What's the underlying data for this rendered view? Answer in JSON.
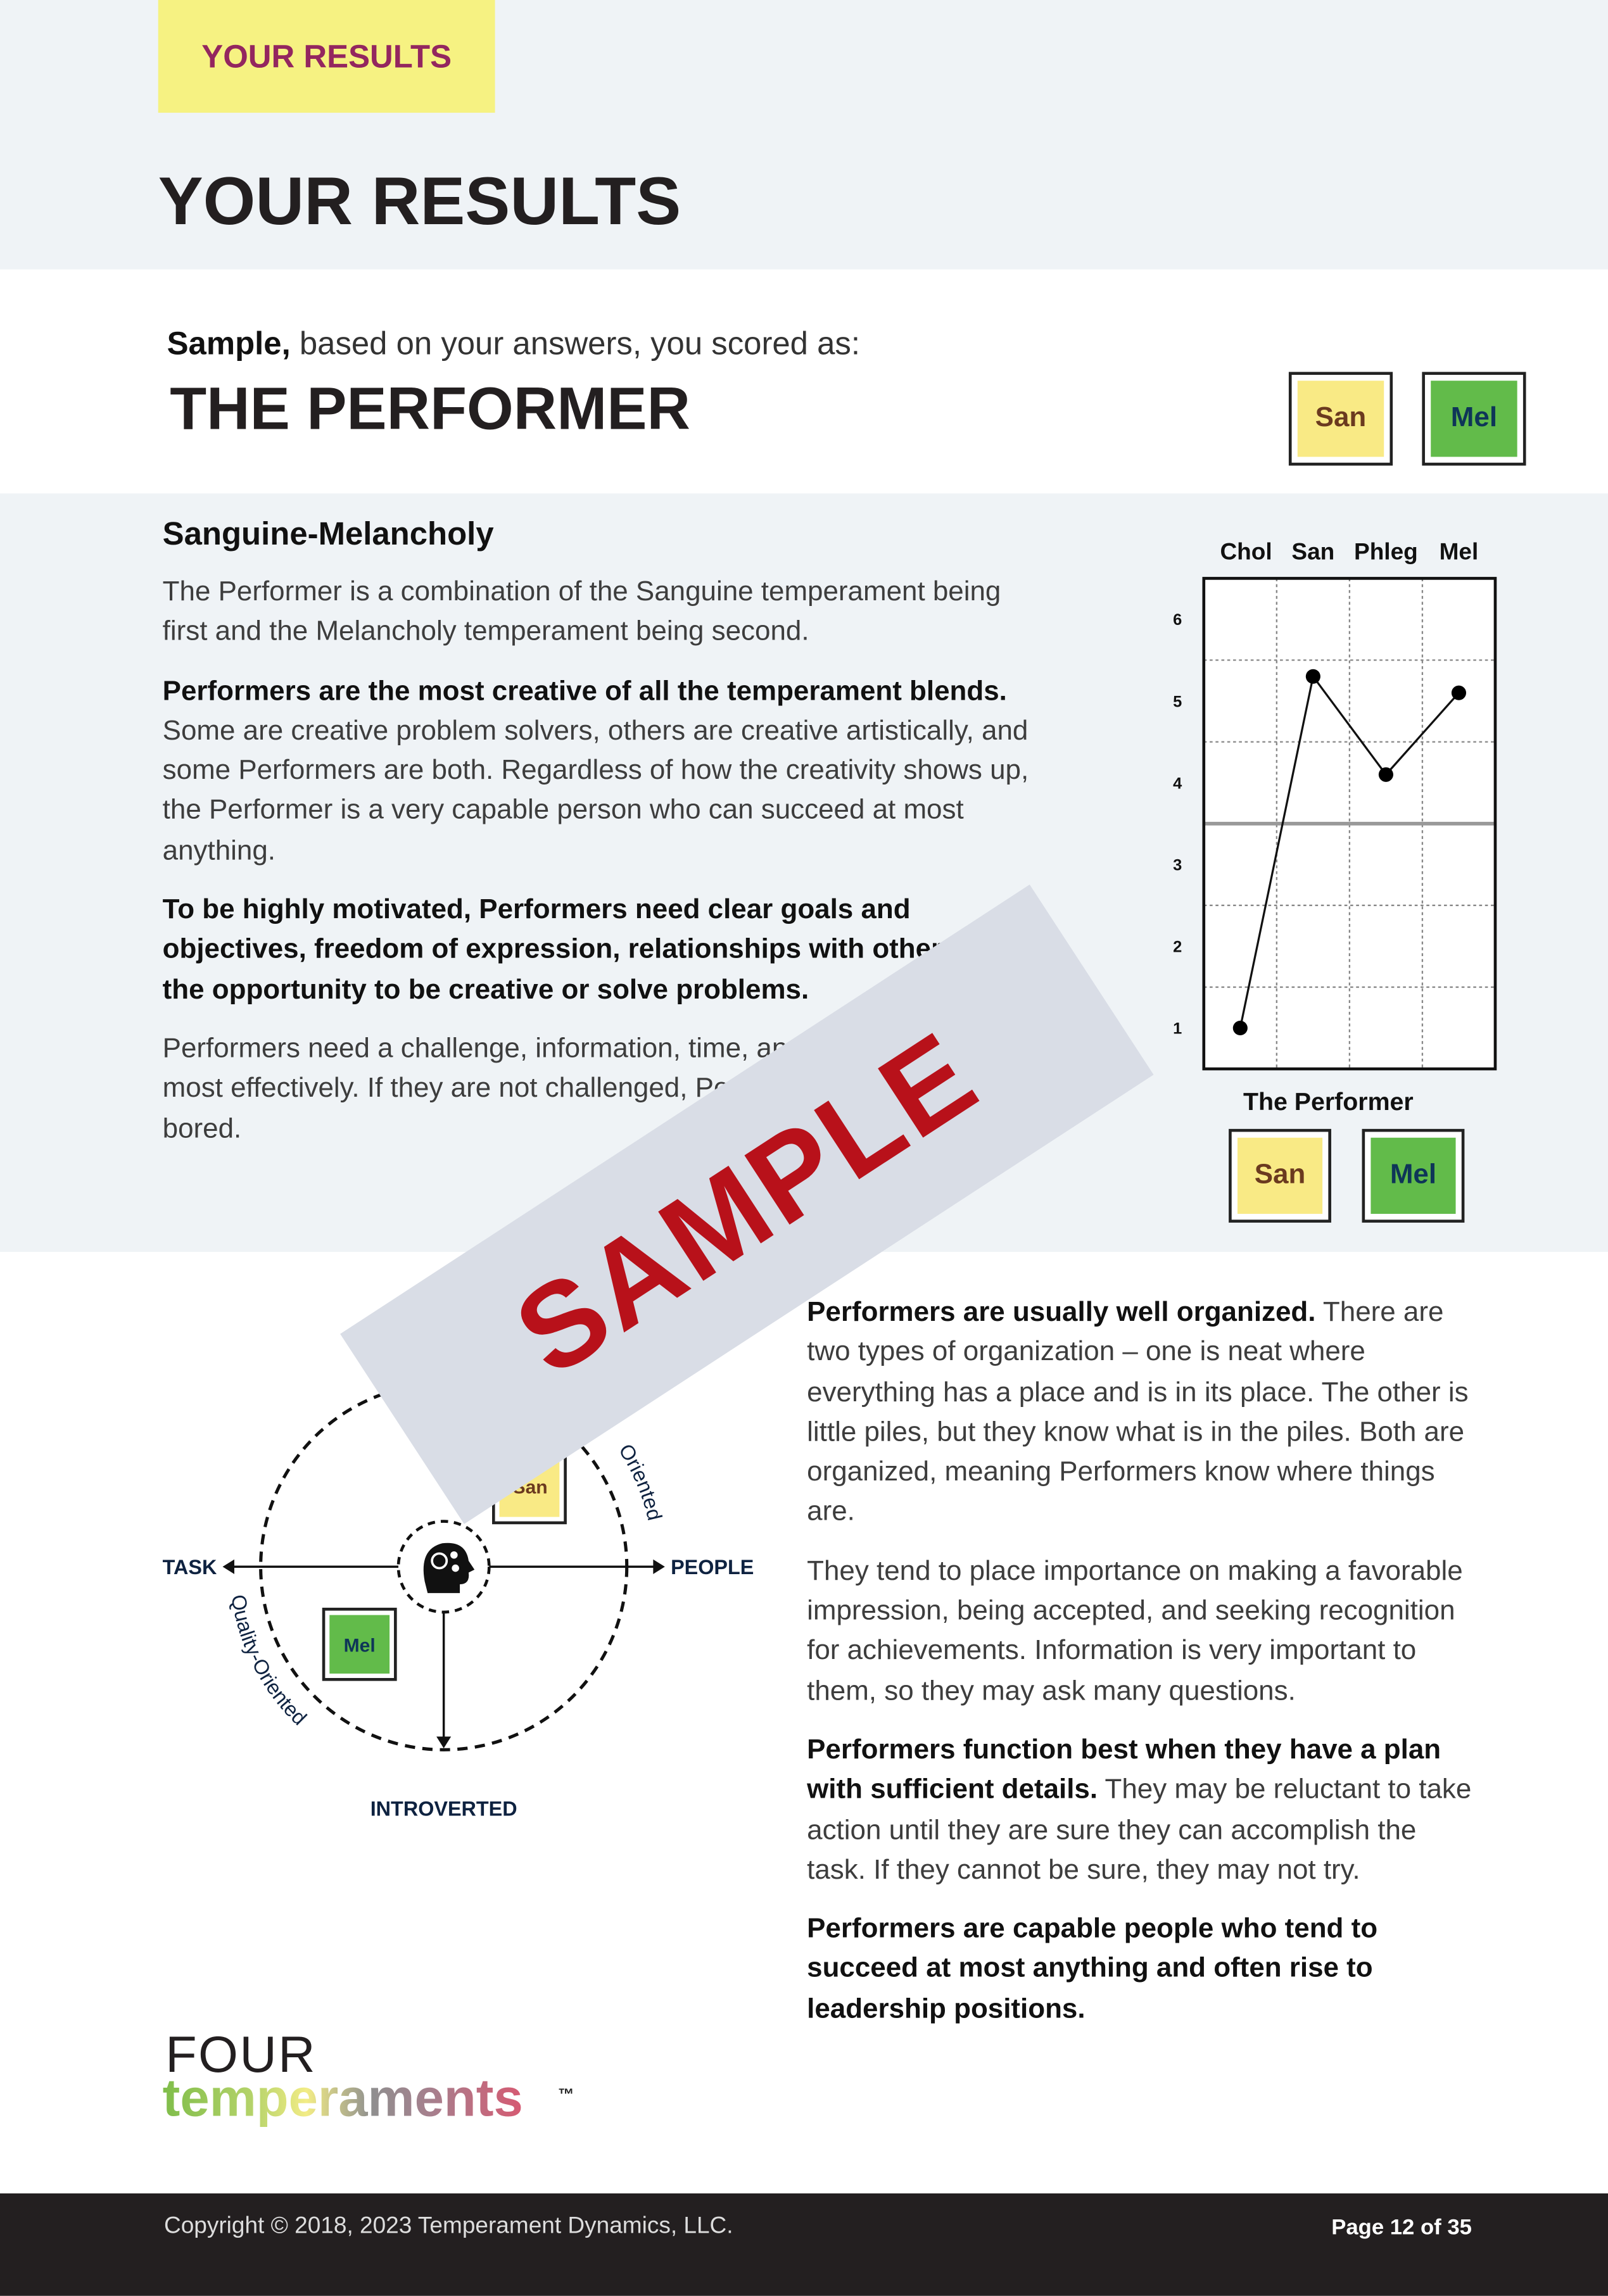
{
  "header": {
    "badge": "YOUR RESULTS",
    "title": "YOUR RESULTS"
  },
  "result": {
    "name": "Sample,",
    "intro": " based on your answers, you scored as:",
    "type": "THE PERFORMER",
    "badges": [
      "San",
      "Mel"
    ]
  },
  "blend": {
    "heading": "Sanguine-Melancholy",
    "p1": "The Performer is a combination of the Sanguine temperament being first and the Melancholy temperament being second.",
    "p2_bold": "Performers are the most creative of all the temperament blends.",
    "p2": " Some are creative problem solvers, others are creative artistically, and some Performers are both. Regardless of how the creativity shows up, the Performer is a very capable person who can succeed at most anything.",
    "p3_bold": "To be highly motivated, Performers need clear goals and objectives, freedom of expression, relationships with others, and the opportunity to be creative or solve problems.",
    "p4": "Performers need a challenge, information, time, and a plan to function most effectively. If they are not challenged, Performers may become bored."
  },
  "chart_data": {
    "type": "line",
    "categories": [
      "Chol",
      "San",
      "Phleg",
      "Mel"
    ],
    "values": [
      1,
      5.3,
      4.1,
      5.1
    ],
    "yticks": [
      "1",
      "2",
      "3",
      "4",
      "5",
      "6"
    ],
    "ylim": [
      0.5,
      6.5
    ],
    "midline": 3.5,
    "title": "The Performer",
    "badges": [
      "San",
      "Mel"
    ]
  },
  "diagram": {
    "task": "TASK",
    "people": "PEOPLE",
    "introverted": "INTROVERTED",
    "quality": "Quality-Oriented",
    "oriented": "Oriented",
    "san": "San",
    "mel": "Mel",
    "center_icon": "head-gears-icon"
  },
  "watermark": "SAMPLE",
  "right": {
    "p1_bold": "Performers are usually well organized.",
    "p1": " There are two types of organization – one is neat where everything has a place and is in its place. The other is little piles, but they know what is in the piles. Both are organized, meaning Performers know where things are.",
    "p2": "They tend to place importance on making a favorable impression, being accepted, and seeking recognition for achievements. Information is very important to them, so they may ask many questions.",
    "p3_bold": "Performers function best when they have a plan with sufficient details.",
    "p3": " They may be reluctant to take action until they are sure they can accomplish the task. If they cannot be sure, they may not try.",
    "p4_bold": "Performers are capable people who tend to succeed at most anything and often rise to leadership positions."
  },
  "logo": {
    "line1": "FOUR",
    "line2": "temperaments",
    "tm": "™"
  },
  "footer": {
    "copyright": "Copyright © 2018, 2023 Temperament Dynamics, LLC.",
    "page": "Page 12 of 35"
  }
}
